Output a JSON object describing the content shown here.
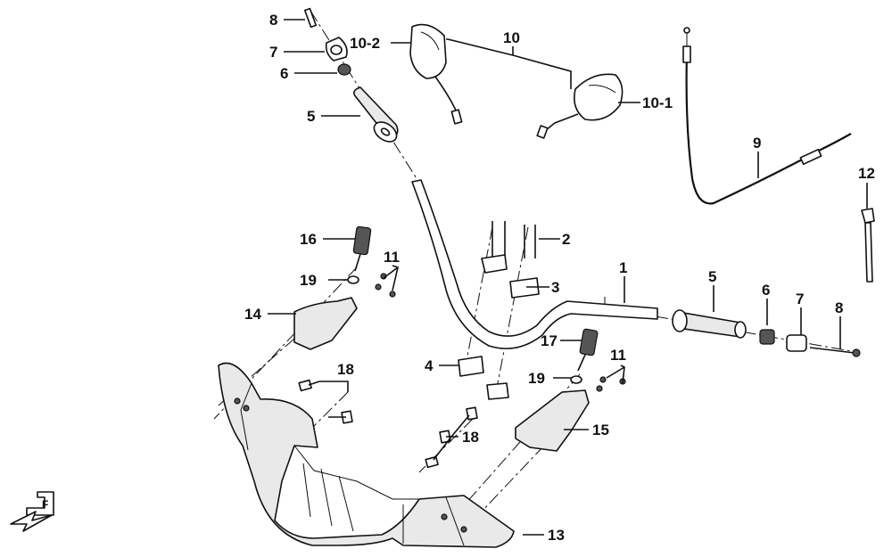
{
  "labels": {
    "l1": "1",
    "l2": "2",
    "l3": "3",
    "l4": "4",
    "l5a": "5",
    "l5b": "5",
    "l6a": "6",
    "l6b": "6",
    "l7a": "7",
    "l7b": "7",
    "l8a": "8",
    "l8b": "8",
    "l9": "9",
    "l10": "10",
    "l10_1": "10-1",
    "l10_2": "10-2",
    "l11a": "11",
    "l11b": "11",
    "l12": "12",
    "l13": "13",
    "l14": "14",
    "l15": "15",
    "l16": "16",
    "l17": "17",
    "l18a": "18",
    "l18b": "18",
    "l19a": "19",
    "l19b": "19"
  },
  "front_marker": "F"
}
